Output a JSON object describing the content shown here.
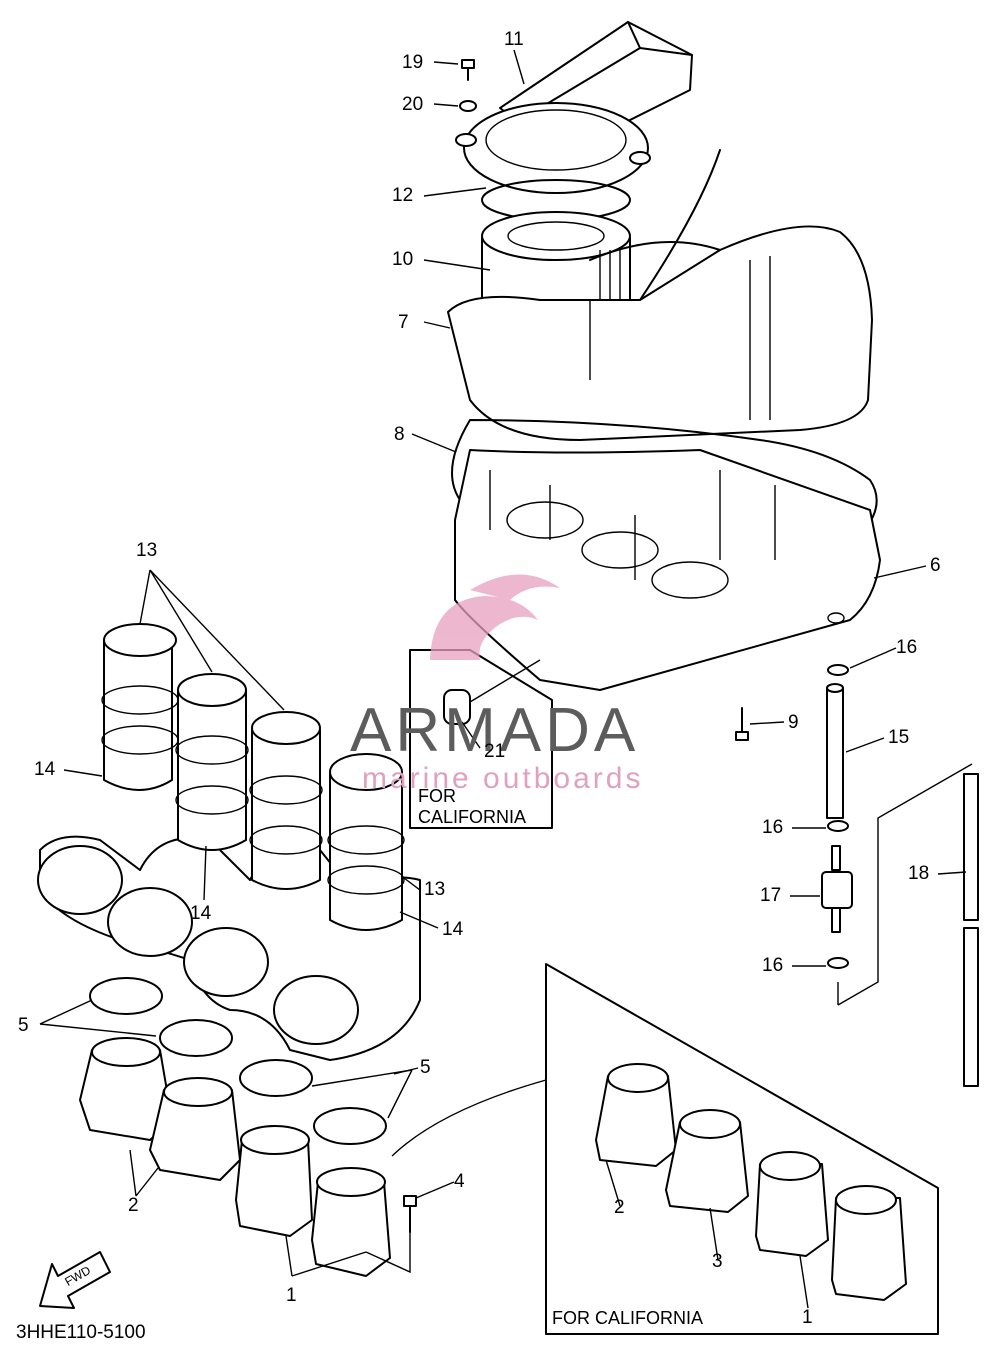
{
  "diagram": {
    "part_code": "3HHE110-5100",
    "callouts": [
      {
        "id": "c1a",
        "text": "1"
      },
      {
        "id": "c1b",
        "text": "1"
      },
      {
        "id": "c2a",
        "text": "2"
      },
      {
        "id": "c2b",
        "text": "2"
      },
      {
        "id": "c3",
        "text": "3"
      },
      {
        "id": "c4",
        "text": "4"
      },
      {
        "id": "c5a",
        "text": "5"
      },
      {
        "id": "c5b",
        "text": "5"
      },
      {
        "id": "c6",
        "text": "6"
      },
      {
        "id": "c7",
        "text": "7"
      },
      {
        "id": "c8",
        "text": "8"
      },
      {
        "id": "c9",
        "text": "9"
      },
      {
        "id": "c10",
        "text": "10"
      },
      {
        "id": "c11",
        "text": "11"
      },
      {
        "id": "c12",
        "text": "12"
      },
      {
        "id": "c13a",
        "text": "13"
      },
      {
        "id": "c13b",
        "text": "13"
      },
      {
        "id": "c14a",
        "text": "14"
      },
      {
        "id": "c14b",
        "text": "14"
      },
      {
        "id": "c14c",
        "text": "14"
      },
      {
        "id": "c15",
        "text": "15"
      },
      {
        "id": "c16a",
        "text": "16"
      },
      {
        "id": "c16b",
        "text": "16"
      },
      {
        "id": "c16c",
        "text": "16"
      },
      {
        "id": "c17",
        "text": "17"
      },
      {
        "id": "c18",
        "text": "18"
      },
      {
        "id": "c19",
        "text": "19"
      },
      {
        "id": "c20",
        "text": "20"
      },
      {
        "id": "c21",
        "text": "21"
      }
    ],
    "boxes": {
      "california_small": "FOR\nCALIFORNIA",
      "california_large": "FOR CALIFORNIA"
    },
    "fwd_label": "FWD"
  },
  "watermark": {
    "title": "ARMADA",
    "subtitle": "marine outboards",
    "logo_color": "#e8a0c0",
    "text_color": "#5c5c5c"
  }
}
